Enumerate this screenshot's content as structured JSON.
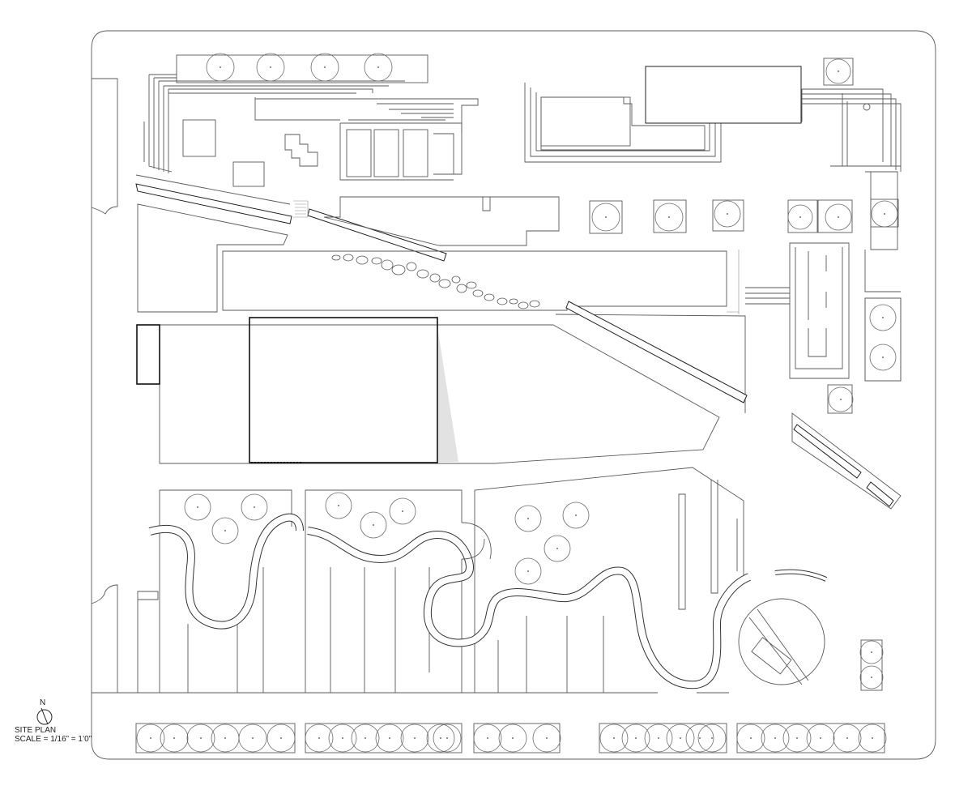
{
  "legend": {
    "north": "N",
    "title": "SITE PLAN",
    "scale": "SCALE = 1/16” = 1’0”"
  },
  "icons": {
    "north_arrow": "north-arrow-icon",
    "tree": "tree-icon"
  },
  "colors": {
    "line": "#5a5a5a",
    "building_outline": "#111111",
    "shade": "#e2e2e2",
    "background": "#ffffff"
  }
}
